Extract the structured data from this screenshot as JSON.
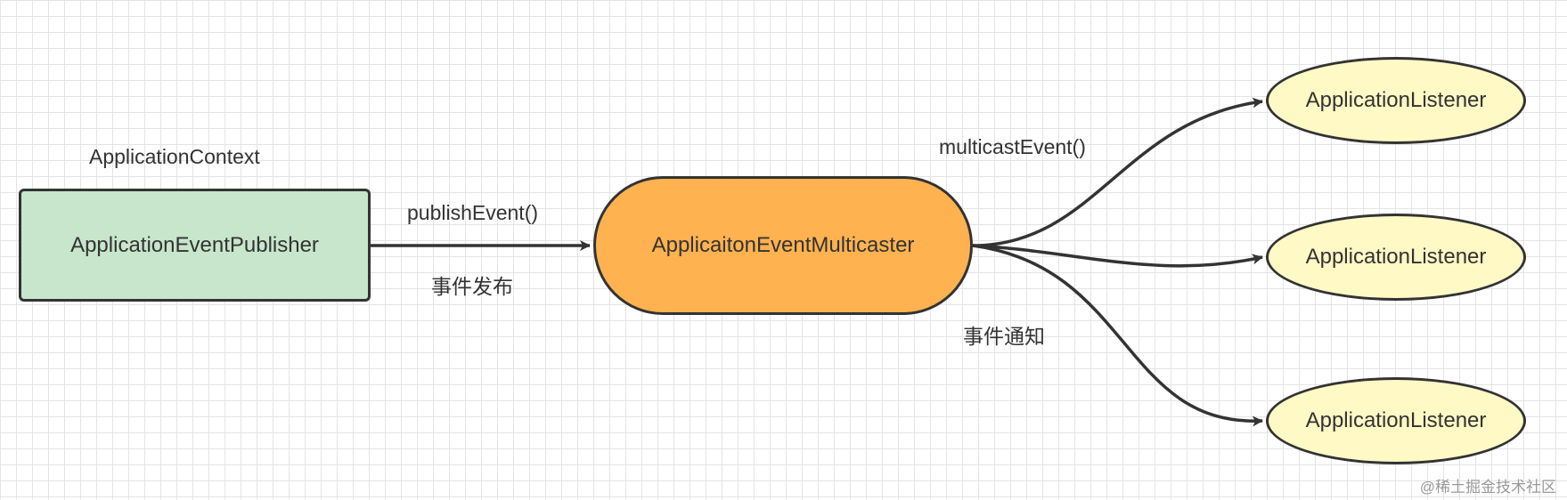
{
  "nodes": {
    "context_label": "ApplicationContext",
    "publisher": "ApplicationEventPublisher",
    "multicaster": "ApplicaitonEventMulticaster",
    "listeners": [
      "ApplicationListener",
      "ApplicationListener",
      "ApplicationListener"
    ]
  },
  "edges": {
    "publish_method": "publishEvent()",
    "publish_caption": "事件发布",
    "multicast_method": "multicastEvent()",
    "multicast_caption": "事件通知"
  },
  "colors": {
    "publisher_fill": "#c7e6cb",
    "multicaster_fill": "#ffb24f",
    "listener_fill": "#fff9c5",
    "stroke": "#333333"
  },
  "watermark": "@稀土掘金技术社区"
}
